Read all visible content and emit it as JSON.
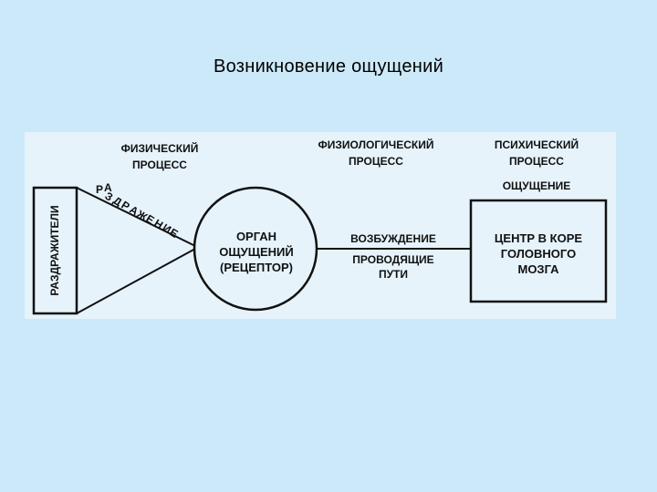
{
  "slide": {
    "title": "Возникновение ощущений"
  },
  "diagram": {
    "headers": {
      "physical": [
        "ФИЗИЧЕСКИЙ",
        "ПРОЦЕСС"
      ],
      "physiological": [
        "ФИЗИОЛОГИЧЕСКИЙ",
        "ПРОЦЕСС"
      ],
      "psychic": [
        "ПСИХИЧЕСКИЙ",
        "ПРОЦЕСС"
      ]
    },
    "sensation_label": "ОЩУЩЕНИЕ",
    "stimuli_label": "РАЗДРАЖИТЕЛИ",
    "irritation_letters": [
      "Р",
      "А",
      "З",
      "Д",
      "Р",
      "А",
      "Ж",
      "Е",
      "Н",
      "И",
      "Е"
    ],
    "organ": [
      "ОРГАН",
      "ОЩУЩЕНИЙ",
      "(РЕЦЕПТОР)"
    ],
    "excitation_label": "ВОЗБУЖДЕНИЕ",
    "pathways": [
      "ПРОВОДЯЩИЕ",
      "ПУТИ"
    ],
    "center": [
      "ЦЕНТР В КОРЕ",
      "ГОЛОВНОГО",
      "МОЗГА"
    ],
    "colors": {
      "background": "#cce9f9",
      "panel": "#e6f3fb",
      "stroke": "#111111"
    }
  }
}
